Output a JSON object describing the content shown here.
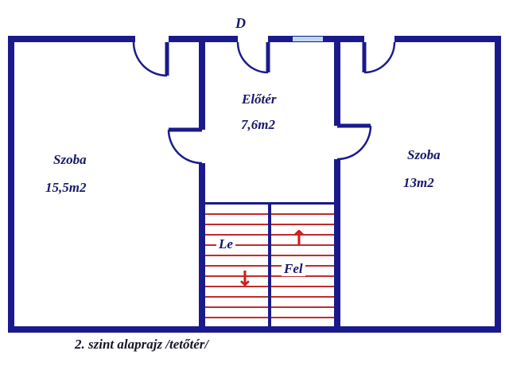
{
  "plan": {
    "north_door_label": "D",
    "caption": "2. szint alaprajz /tetőtér/",
    "rooms": {
      "left": {
        "name": "Szoba",
        "area": "15,5m2"
      },
      "hall": {
        "name": "Előtér",
        "area": "7,6m2"
      },
      "right": {
        "name": "Szoba",
        "area": "13m2"
      }
    },
    "stairs": {
      "down": {
        "label": "Le",
        "arrow": "↓"
      },
      "up": {
        "label": "Fel",
        "arrow": "↑"
      }
    },
    "colors": {
      "wall": "#1a1a8c",
      "room_text": "#17176b",
      "caption_text": "#15152a",
      "stair_tread": "#c22b2b",
      "arrow": "#d51a1a",
      "window": "#bdd7f0",
      "background": "#ffffff"
    }
  }
}
